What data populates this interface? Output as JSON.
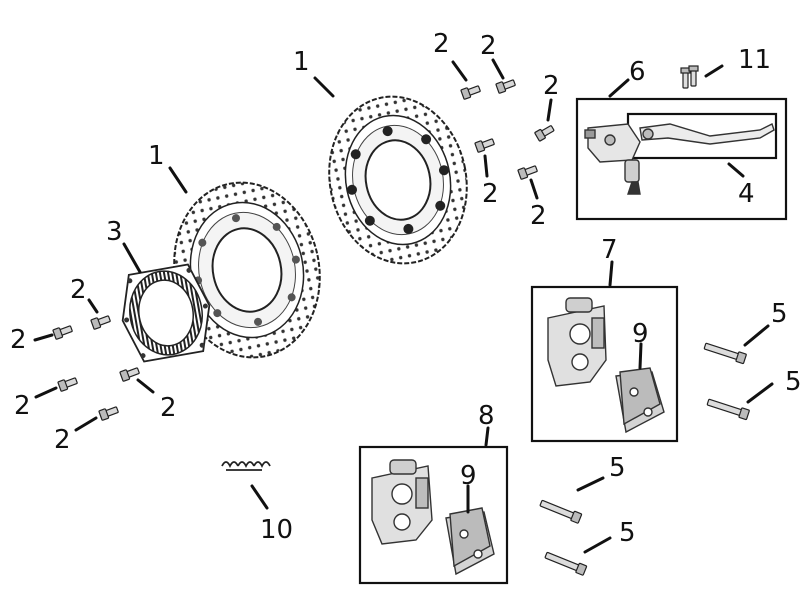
{
  "diagram": {
    "callouts": [
      {
        "id": "c1a",
        "text": "1"
      },
      {
        "id": "c1b",
        "text": "1"
      },
      {
        "id": "c2a",
        "text": "2"
      },
      {
        "id": "c2b",
        "text": "2"
      },
      {
        "id": "c2c",
        "text": "2"
      },
      {
        "id": "c2d",
        "text": "2"
      },
      {
        "id": "c2e",
        "text": "2"
      },
      {
        "id": "c2f",
        "text": "2"
      },
      {
        "id": "c2g",
        "text": "2"
      },
      {
        "id": "c2h",
        "text": "2"
      },
      {
        "id": "c2i",
        "text": "2"
      },
      {
        "id": "c2j",
        "text": "2"
      },
      {
        "id": "c3",
        "text": "3"
      },
      {
        "id": "c4",
        "text": "4"
      },
      {
        "id": "c5a",
        "text": "5"
      },
      {
        "id": "c5b",
        "text": "5"
      },
      {
        "id": "c5c",
        "text": "5"
      },
      {
        "id": "c5d",
        "text": "5"
      },
      {
        "id": "c6",
        "text": "6"
      },
      {
        "id": "c7",
        "text": "7"
      },
      {
        "id": "c8",
        "text": "8"
      },
      {
        "id": "c9a",
        "text": "9"
      },
      {
        "id": "c9b",
        "text": "9"
      },
      {
        "id": "c10",
        "text": "10"
      },
      {
        "id": "c11",
        "text": "11"
      }
    ]
  }
}
